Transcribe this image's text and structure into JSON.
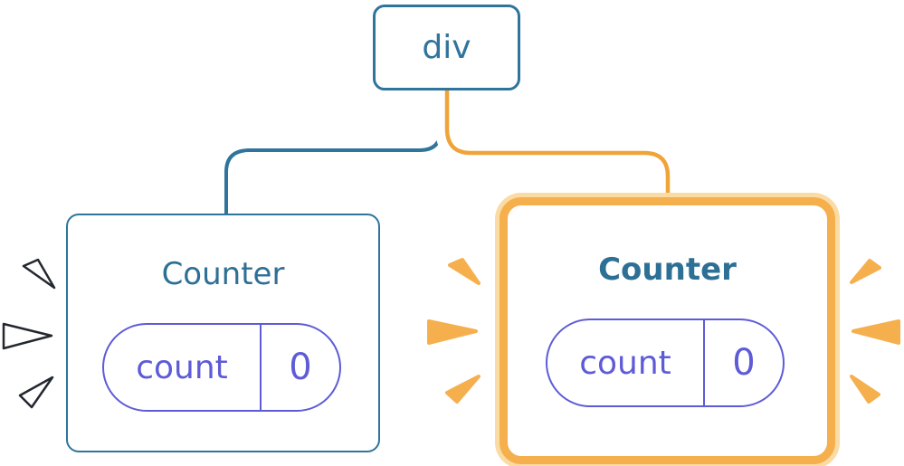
{
  "diagram": {
    "root": {
      "label": "div"
    },
    "left_counter": {
      "title": "Counter",
      "state_key": "count",
      "state_value": "0",
      "highlighted": false,
      "sparks": "dark-outline-bursts"
    },
    "right_counter": {
      "title": "Counter",
      "state_key": "count",
      "state_value": "0",
      "highlighted": true,
      "sparks": "orange-bursts"
    }
  },
  "colors": {
    "tree_blue": "#2F749C",
    "state_purple": "#5E5BD7",
    "highlight_orange": "#F5AF4D",
    "highlight_orange_light": "#FBDBA4",
    "edge_orange_line": "#F0A437",
    "spark_outline_navy": "#23272F",
    "background": "#FFFFFF"
  },
  "icons": {
    "left_card_sparks": "burst-tick-icon",
    "right_card_sparks": "burst-wedge-icon"
  }
}
